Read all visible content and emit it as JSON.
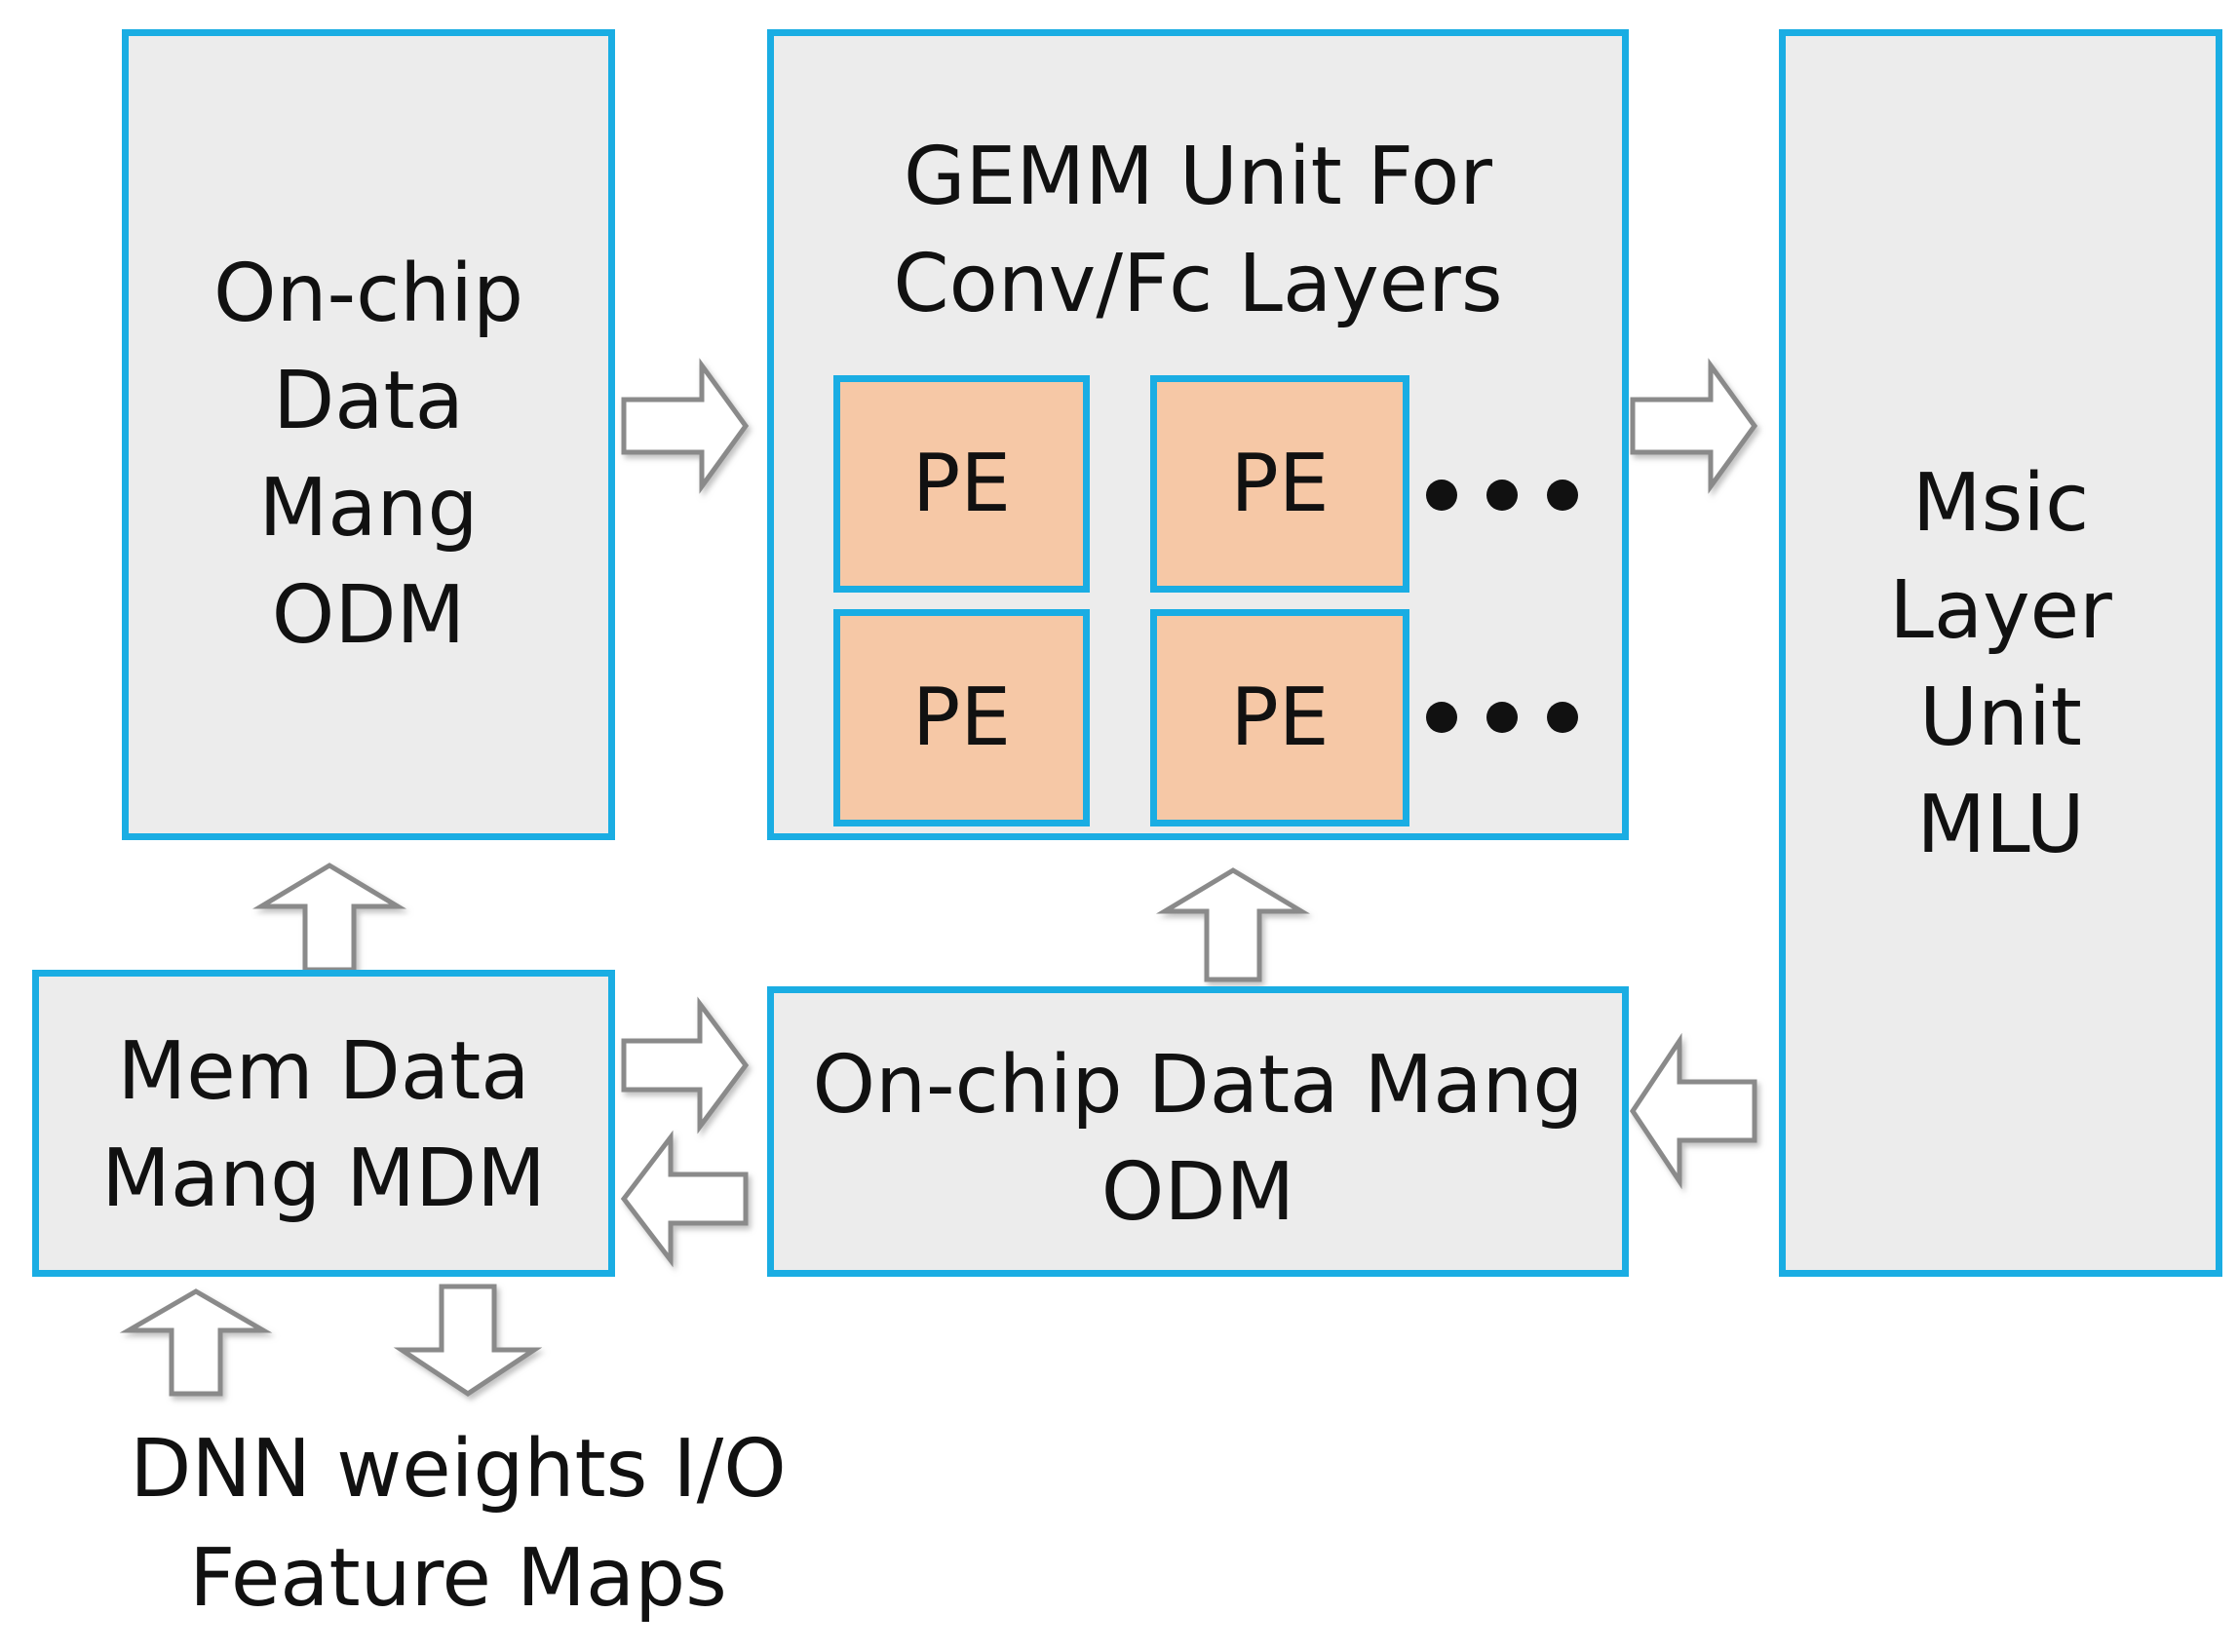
{
  "diagram": {
    "odm_top_label": "On-chip\nData\nMang\nODM",
    "gemm_title": "GEMM Unit For\nConv/Fc Layers",
    "pe_label": "PE",
    "mlu_label": "Msic\nLayer\nUnit\nMLU",
    "mdm_label": "Mem Data\nMang MDM",
    "odm_bottom_label": "On-chip Data Mang\nODM",
    "io_caption": "DNN weights I/O\nFeature Maps",
    "colors": {
      "box_border": "#1aade3",
      "box_fill": "#ececec",
      "pe_fill": "#f6c8a6",
      "arrow_fill": "#ffffff",
      "arrow_stroke": "#8a8a8a"
    }
  }
}
